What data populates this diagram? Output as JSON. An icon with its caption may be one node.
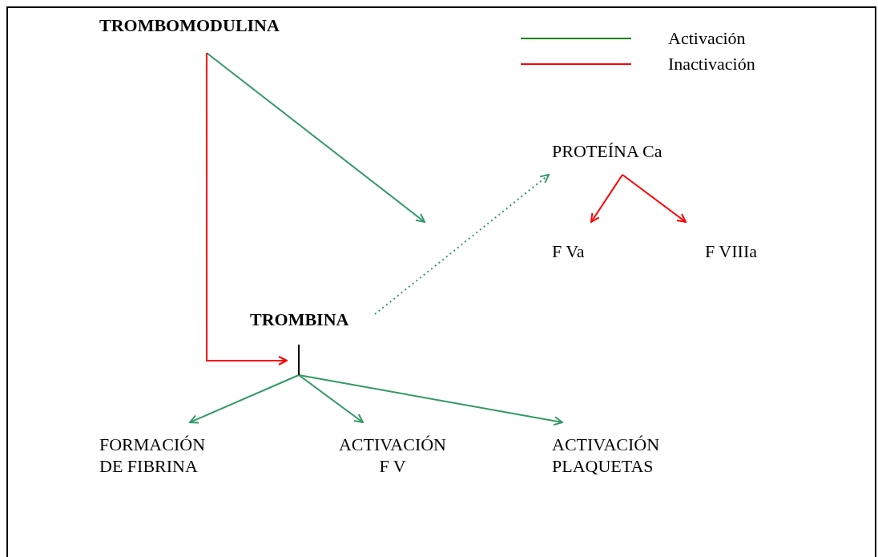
{
  "diagram": {
    "nodes": [
      {
        "text": [
          "TROMBOMODULINA"
        ]
      },
      {
        "text": [
          "PROTEÍNA Ca"
        ]
      },
      {
        "text": [
          "F Va"
        ]
      },
      {
        "text": [
          "F VIIIa"
        ]
      },
      {
        "text": [
          "TROMBINA"
        ]
      },
      {
        "text": [],
        "shape": "bar"
      },
      {
        "text": [
          "FORMACIÓN DE FIBRINA"
        ]
      },
      {
        "text": [
          "ACTIVACIÓN F V"
        ]
      },
      {
        "text": [
          "ACTIVACIÓN PLAQUETAS"
        ]
      }
    ],
    "edges": [
      {
        "from": 0,
        "to": null,
        "arrow": "to"
      },
      {
        "from": 0,
        "to": 5,
        "arrow": "to",
        "color": "#ff0000"
      },
      {
        "from": 4,
        "to": 1,
        "arrow": "to",
        "style": "dashed"
      },
      {
        "from": 1,
        "to": 2,
        "arrow": "to",
        "color": "#ff0000"
      },
      {
        "from": 1,
        "to": 3,
        "arrow": "to",
        "color": "#ff0000"
      },
      {
        "from": 5,
        "to": 6,
        "arrow": "to"
      },
      {
        "from": 5,
        "to": 7,
        "arrow": "to"
      },
      {
        "from": 5,
        "to": 8,
        "arrow": "to"
      }
    ],
    "legend": [
      {
        "text": "Activación",
        "color": "#008000"
      },
      {
        "text": "Inactivación",
        "color": "#ff0000"
      }
    ]
  }
}
